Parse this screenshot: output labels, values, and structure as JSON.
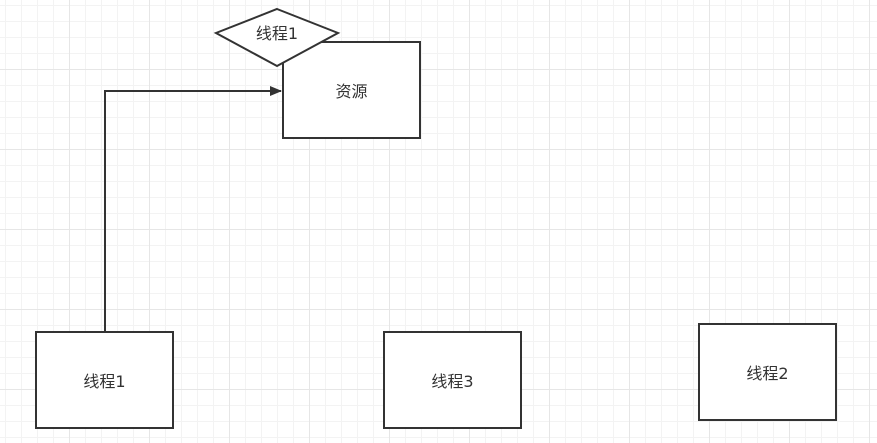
{
  "diagram": {
    "resource": {
      "label": "资源"
    },
    "lock_marker": {
      "label": "线程1"
    },
    "thread1": {
      "label": "线程1"
    },
    "thread3": {
      "label": "线程3"
    },
    "thread2": {
      "label": "线程2"
    }
  },
  "colors": {
    "stroke": "#333333",
    "text": "#333333",
    "grid_major": "#e6e6e6",
    "grid_minor": "#f3f3f3",
    "background": "#ffffff"
  }
}
